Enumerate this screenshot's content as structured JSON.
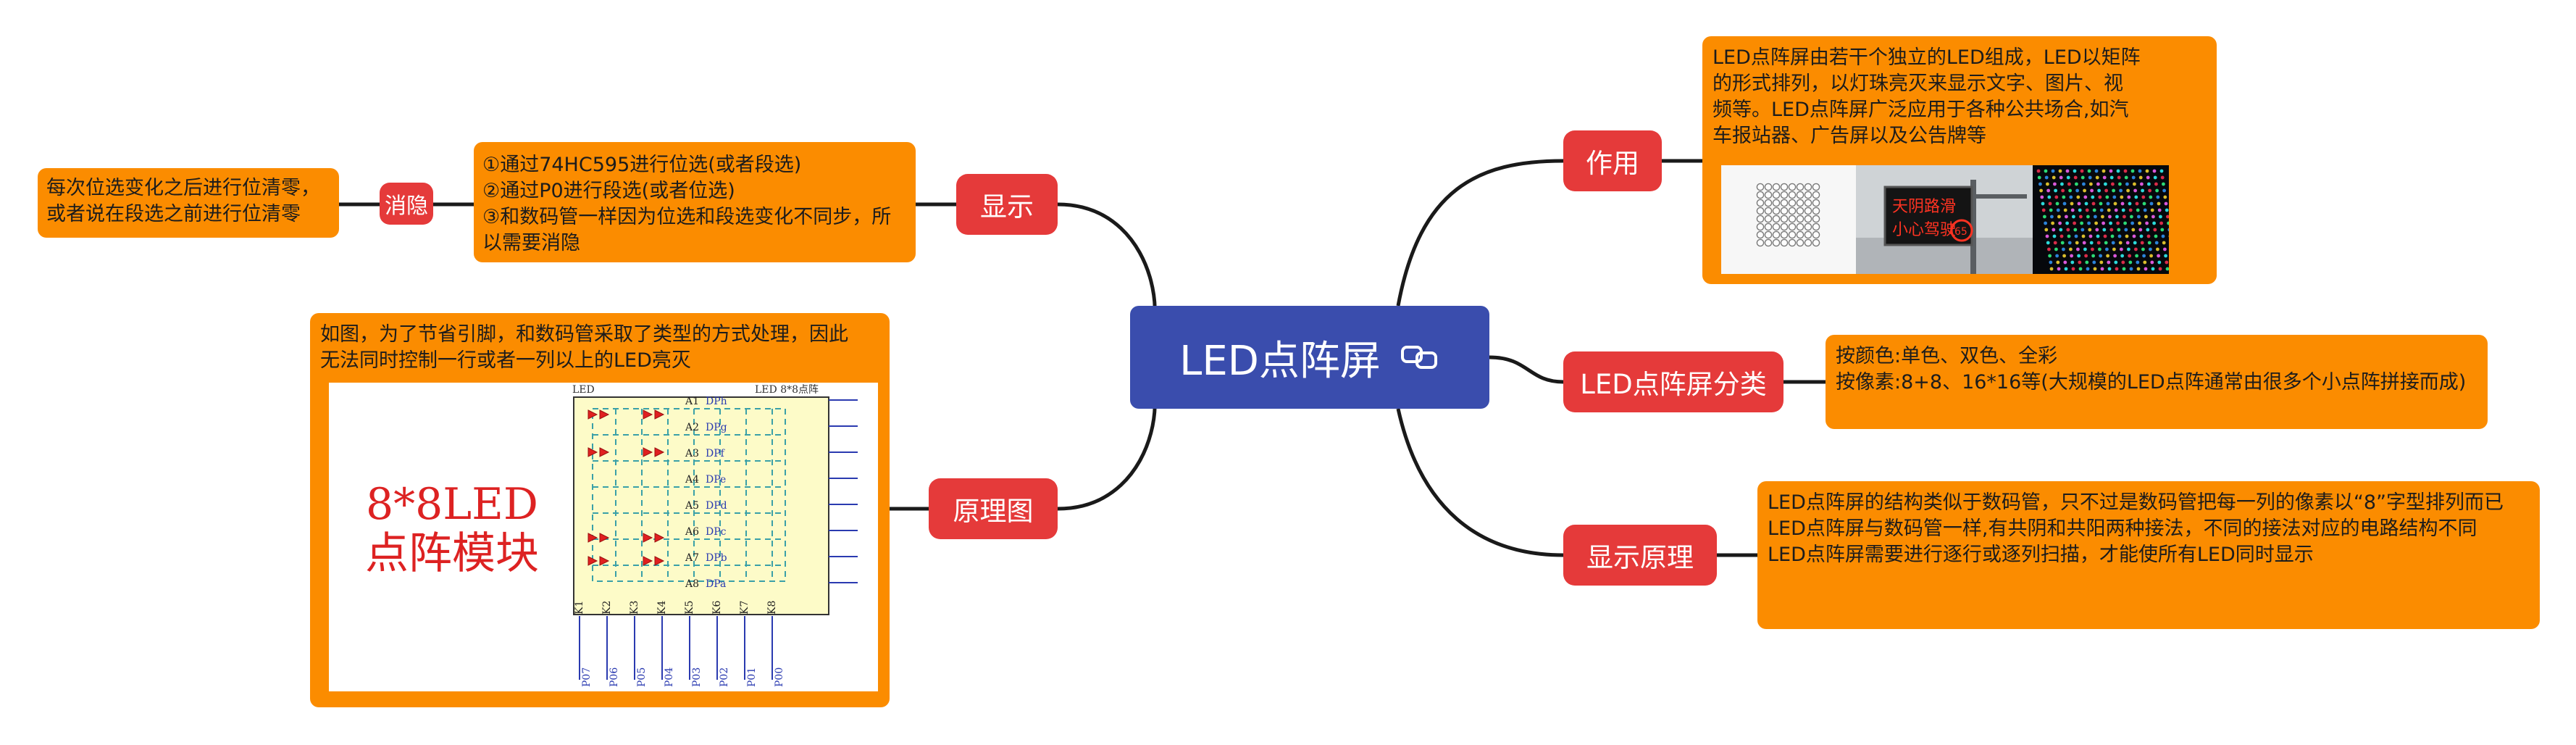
{
  "root": {
    "label": "LED点阵屏",
    "icon": "link-icon"
  },
  "branches": {
    "display": {
      "label": "显示",
      "detail": [
        "①通过74HC595进行位选(或者段选)",
        "②通过P0进行段选(或者位选)",
        "③和数码管一样因为位选和段选变化不同步，所",
        "以需要消隐"
      ],
      "sub_tag": "消隐",
      "sub_detail": [
        "每次位选变化之后进行位清零，",
        "或者说在段选之前进行位清零"
      ]
    },
    "schematic": {
      "label": "原理图",
      "detail": [
        "如图，为了节省引脚，和数码管采取了类型的方式处理，因此",
        "无法同时控制一行或者一列以上的LED亮灭"
      ],
      "caption": [
        "8*8LED",
        "点阵模块"
      ],
      "header_left": "LED",
      "header_right": "LED 8*8点阵",
      "rows": [
        "A1",
        "A2",
        "A3",
        "A4",
        "A5",
        "A6",
        "A7",
        "A8"
      ],
      "row_pins": [
        "DPh",
        "DPg",
        "DPf",
        "DPe",
        "DPd",
        "DPc",
        "DPb",
        "DPa"
      ],
      "cols": [
        "K1",
        "K2",
        "K3",
        "K4",
        "K5",
        "K6",
        "K7",
        "K8"
      ],
      "col_pins": [
        "P07",
        "P06",
        "P05",
        "P04",
        "P03",
        "P02",
        "P01",
        "P00"
      ]
    },
    "purpose": {
      "label": "作用",
      "detail": [
        "LED点阵屏由若干个独立的LED组成，LED以矩阵",
        "的形式排列，以灯珠亮灭来显示文字、图片、视",
        "频等。LED点阵屏广泛应用于各种公共场合,如汽",
        "车报站器、广告屏以及公告牌等"
      ],
      "sign_text": [
        "天阴路滑",
        "小心驾驶"
      ],
      "sign_badge": "65"
    },
    "types": {
      "label": "LED点阵屏分类",
      "detail": [
        "按颜色:单色、双色、全彩",
        "",
        "按像素:8+8、16*16等(大规模的LED点阵通常由很多个小点阵拼接而成)"
      ]
    },
    "principle": {
      "label": "显示原理",
      "detail": [
        "LED点阵屏的结构类似于数码管，只不过是数码管把每一列的像素以“8”字型排列而已",
        "",
        "LED点阵屏与数码管一样,有共阴和共阳两种接法，不同的接法对应的电路结构不同",
        "",
        "LED点阵屏需要进行逐行或逐列扫描，才能使所有LED同时显示"
      ]
    }
  },
  "colors": {
    "root": "#3a4dad",
    "main": "#e53a3a",
    "detail": "#fb8c00",
    "line": "#1a1a1a"
  }
}
